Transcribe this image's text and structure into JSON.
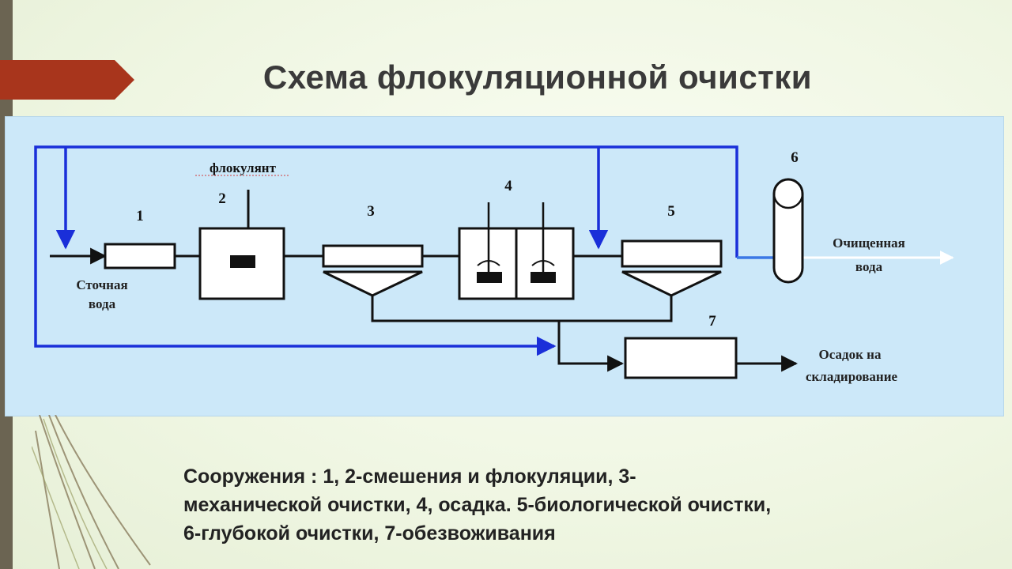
{
  "slide": {
    "title": "Схема флокуляционной очистки",
    "caption_lines": [
      " Сооружения : 1, 2-смешения и флокуляции, 3-",
      "механической очистки, 4, осадка. 5-биологической очистки,",
      "6-глубокой очистки, 7-обезвоживания"
    ]
  },
  "diagram": {
    "units": [
      "1",
      "2",
      "3",
      "4",
      "5",
      "6",
      "7"
    ],
    "labels": {
      "flocculant": "флокулянт",
      "inlet_line1": "Сточная",
      "inlet_line2": "вода",
      "outlet_line1": "Очищенная",
      "outlet_line2": "вода",
      "sludge_line1": "Осадок на",
      "sludge_line2": "складирование"
    },
    "colors": {
      "recycle_line": "#1a2fd9",
      "process_line": "#111111",
      "panel_bg": "#cce8f9",
      "outlet_arrow": "#ffffff"
    }
  }
}
